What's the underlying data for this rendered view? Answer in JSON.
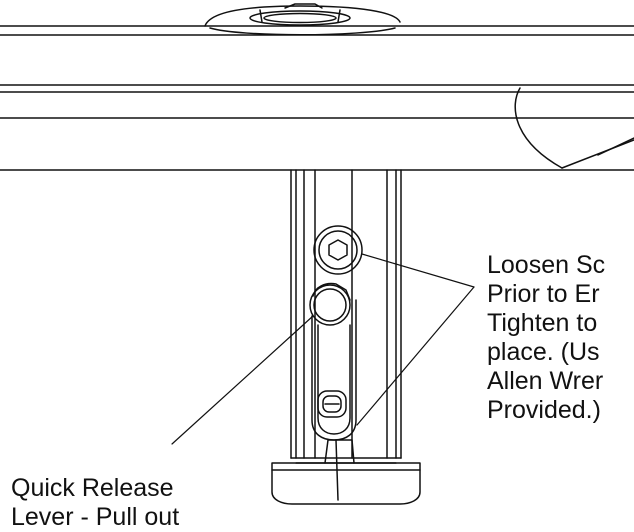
{
  "colors": {
    "line": "#111111",
    "background": "#ffffff"
  },
  "callouts": {
    "screw_instruction": {
      "lines": [
        "Loosen Sc",
        "Prior to Er",
        "Tighten to",
        "place.  (Us",
        "Allen Wrer",
        "Provided.)"
      ]
    },
    "quick_release": {
      "lines": [
        "Quick Release",
        "Lever - Pull out"
      ]
    }
  }
}
